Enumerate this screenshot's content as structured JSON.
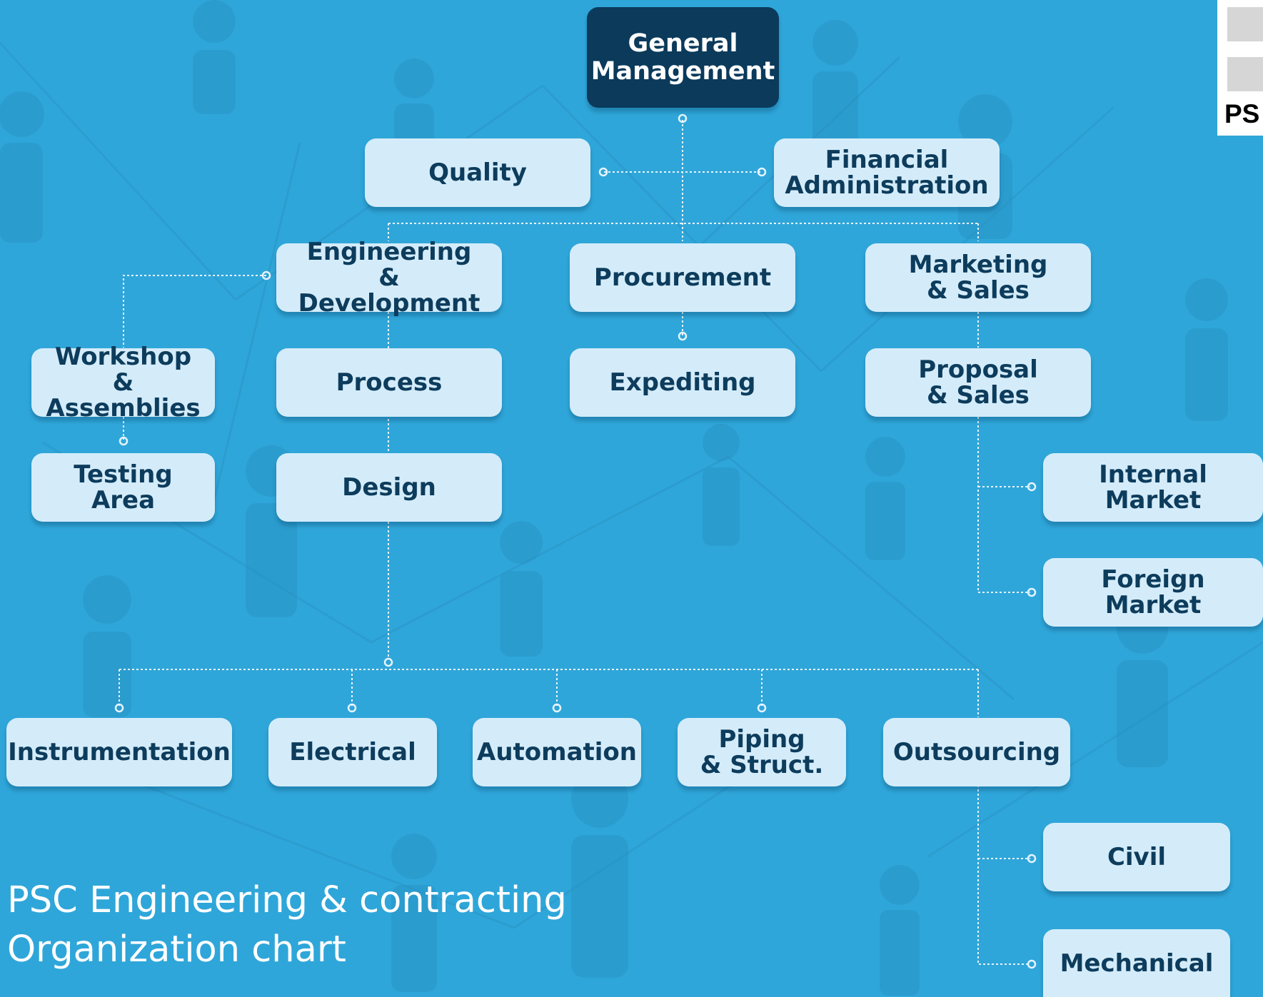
{
  "title_line1": "PSC Engineering & contracting",
  "title_line2": "Organization chart",
  "logo_text": "PS",
  "colors": {
    "background": "#2fa6d9",
    "box": "#d4ecfa",
    "box_text": "#0d3c5c",
    "top_box": "#0b3a5b",
    "connector": "#e6f4fc"
  },
  "nodes": {
    "general_management": "General\nManagement",
    "quality": "Quality",
    "financial_administration": "Financial\nAdministration",
    "engineering_development": "Engineering\n& Development",
    "procurement": "Procurement",
    "marketing_sales": "Marketing\n& Sales",
    "workshop_assemblies": "Workshop\n& Assemblies",
    "process": "Process",
    "expediting": "Expediting",
    "proposal_sales": "Proposal\n& Sales",
    "testing_area": "Testing\nArea",
    "design": "Design",
    "internal_market": "Internal\nMarket",
    "foreign_market": "Foreign\nMarket",
    "instrumentation": "Instrumentation",
    "electrical": "Electrical",
    "automation": "Automation",
    "piping_struct": "Piping\n& Struct.",
    "outsourcing": "Outsourcing",
    "civil": "Civil",
    "mechanical": "Mechanical"
  }
}
